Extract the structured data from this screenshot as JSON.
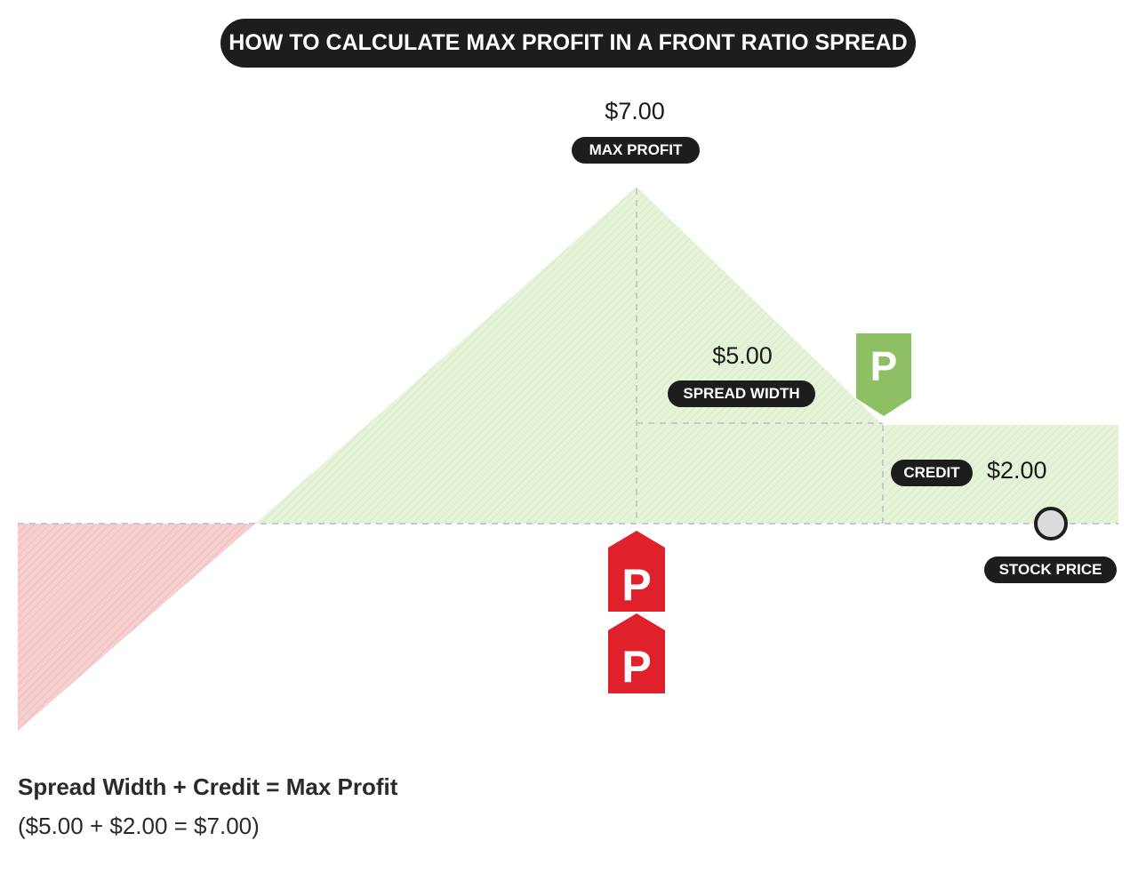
{
  "title": "HOW TO CALCULATE MAX PROFIT IN A FRONT RATIO SPREAD",
  "max_profit": {
    "value": "$7.00",
    "label": "MAX PROFIT"
  },
  "spread_width": {
    "value": "$5.00",
    "label": "SPREAD WIDTH"
  },
  "credit": {
    "value": "$2.00",
    "label": "CREDIT"
  },
  "stock_price": {
    "label": "STOCK PRICE"
  },
  "markers": {
    "long_put": {
      "letter": "P",
      "color": "#8cc063"
    },
    "short_puts": {
      "letter": "P",
      "count": 2,
      "color": "#e0202a"
    }
  },
  "formula": "Spread Width + Credit = Max Profit",
  "example": "($5.00 + $2.00 = $7.00)",
  "colors": {
    "profit_fill": "#e6f3d9",
    "loss_fill": "#f6cfd0",
    "pill_bg": "#1d1d1d",
    "guide_line": "#c8c8c8"
  }
}
